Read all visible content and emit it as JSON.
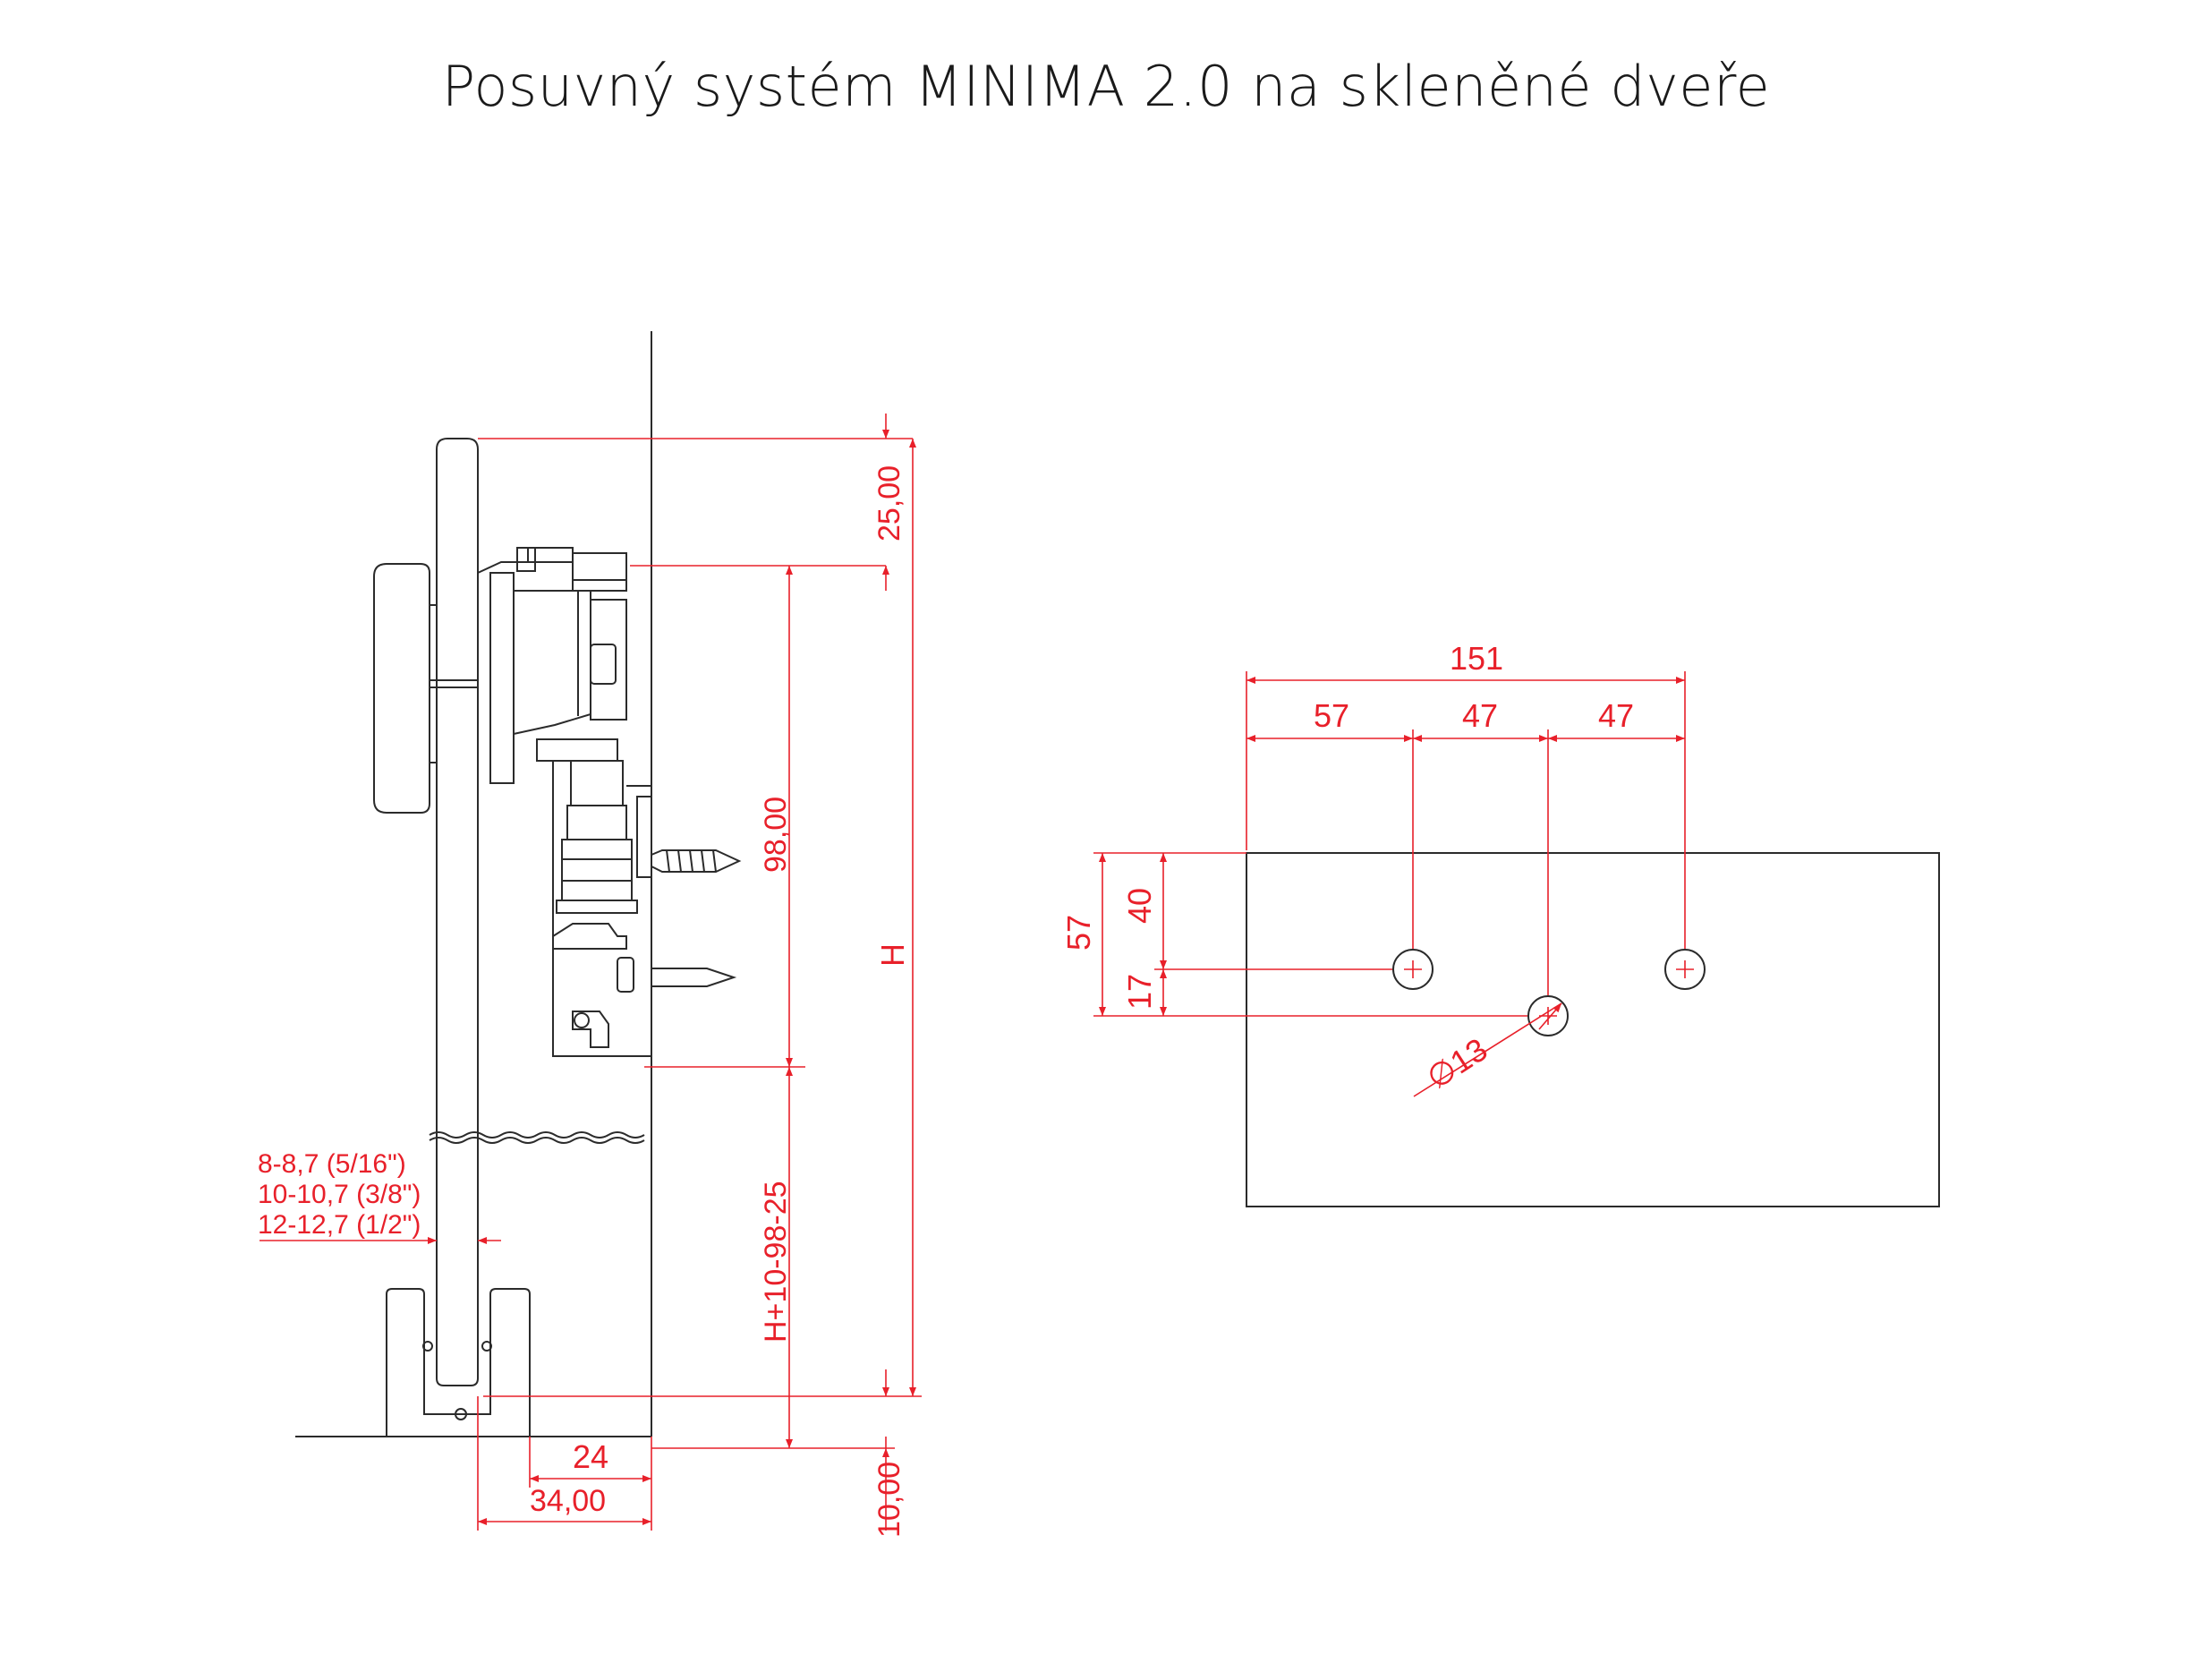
{
  "title": "Posuvný systém MINIMA 2.0 na skleněné dveře",
  "side_view": {
    "dim_top": "25,00",
    "dim_rail": "98,00",
    "dim_height": "H",
    "dim_glass": "H+10-98-25",
    "dim_floor": "10,00",
    "dim_guide": "24",
    "dim_wall": "34,00",
    "glass_thickness": [
      "8-8,7 (5/16\")",
      "10-10,7 (3/8\")",
      "12-12,7 (1/2\")"
    ]
  },
  "glass_panel": {
    "dim_total": "151",
    "dim_a": "57",
    "dim_b": "47",
    "dim_c": "47",
    "dim_v_total": "57",
    "dim_v_a": "40",
    "dim_v_b": "17",
    "dim_hole": "∅13"
  },
  "colors": {
    "line": "#2b2b2b",
    "dimension": "#e8202a"
  }
}
